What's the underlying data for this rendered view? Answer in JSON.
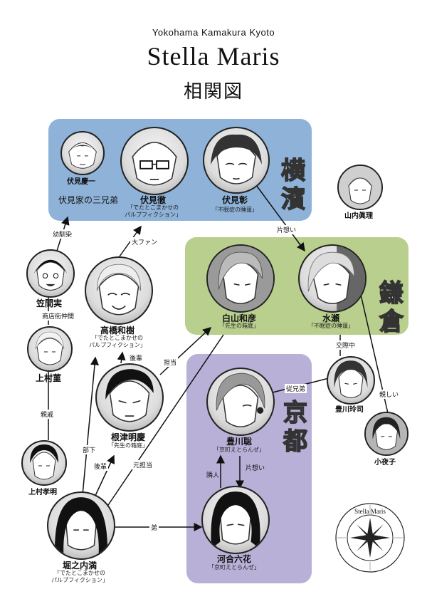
{
  "header": {
    "subtitle": "Yokohama Kamakura Kyoto",
    "title": "Stella Maris",
    "subtitle2": "相関図"
  },
  "regions": {
    "yokohama": "横濱",
    "kamakura": "鎌倉",
    "kyoto": "京都"
  },
  "group_label": "伏見家の三兄弟",
  "characters": {
    "fushimi_keiichi": {
      "name": "伏見慶一"
    },
    "fushimi_toru": {
      "name": "伏見徹",
      "work_1": "「でたとこまかせの",
      "work_2": "パルプフィクション」"
    },
    "fushimi_aya": {
      "name": "伏見彰",
      "work_1": "「不眠症の睡蓮」"
    },
    "yamauchi_masamichi": {
      "name": "山内眞理"
    },
    "shirayama_kazuhiko": {
      "name": "白山和彦",
      "work_1": "「先生の箱庭」"
    },
    "minase": {
      "name": "水瀬",
      "work_1": "「不眠症の睡蓮」"
    },
    "kasama_minoru": {
      "name": "笠間実"
    },
    "takahashi_kazuki": {
      "name": "高橋和樹",
      "work_1": "「でたとこまかせの",
      "work_2": "パルプフィクション」"
    },
    "uemura_sumire": {
      "name": "上村菫"
    },
    "nezu_akiyoshi": {
      "name": "根津明慶",
      "work_1": "「先生の箱庭」"
    },
    "toyokawa_reiji": {
      "name": "豊川玲司"
    },
    "sayoko": {
      "name": "小夜子"
    },
    "toyokawa_satoshi": {
      "name": "豊川聡",
      "work_1": "「京町えとらんぜ」"
    },
    "uemura_takaaki": {
      "name": "上村孝明"
    },
    "horinouchi_mitsuru": {
      "name": "堀之内満",
      "work_1": "「でたとこまかせの",
      "work_2": "パルプフィクション」"
    },
    "kawai_rokka": {
      "name": "河合六花",
      "work_1": "「京町えとらんぜ」"
    }
  },
  "relations": {
    "kataomoi_1": "片想い",
    "osananajimi": "幼馴染",
    "daifan": "大ファン",
    "shotengai": "商店街仲間",
    "shinseki": "親戚",
    "kohai_1": "後輩",
    "tanto": "担当",
    "kosaichu": "交際中",
    "ikyodai": "従兄弟",
    "shitashii": "親しい",
    "buka": "部下",
    "kohai_2": "後輩",
    "motoTanto": "元担当",
    "rinjin": "隣人",
    "kataomoi_2": "片想い",
    "otouto": "弟"
  },
  "seal": {
    "title": "Stella Maris"
  }
}
